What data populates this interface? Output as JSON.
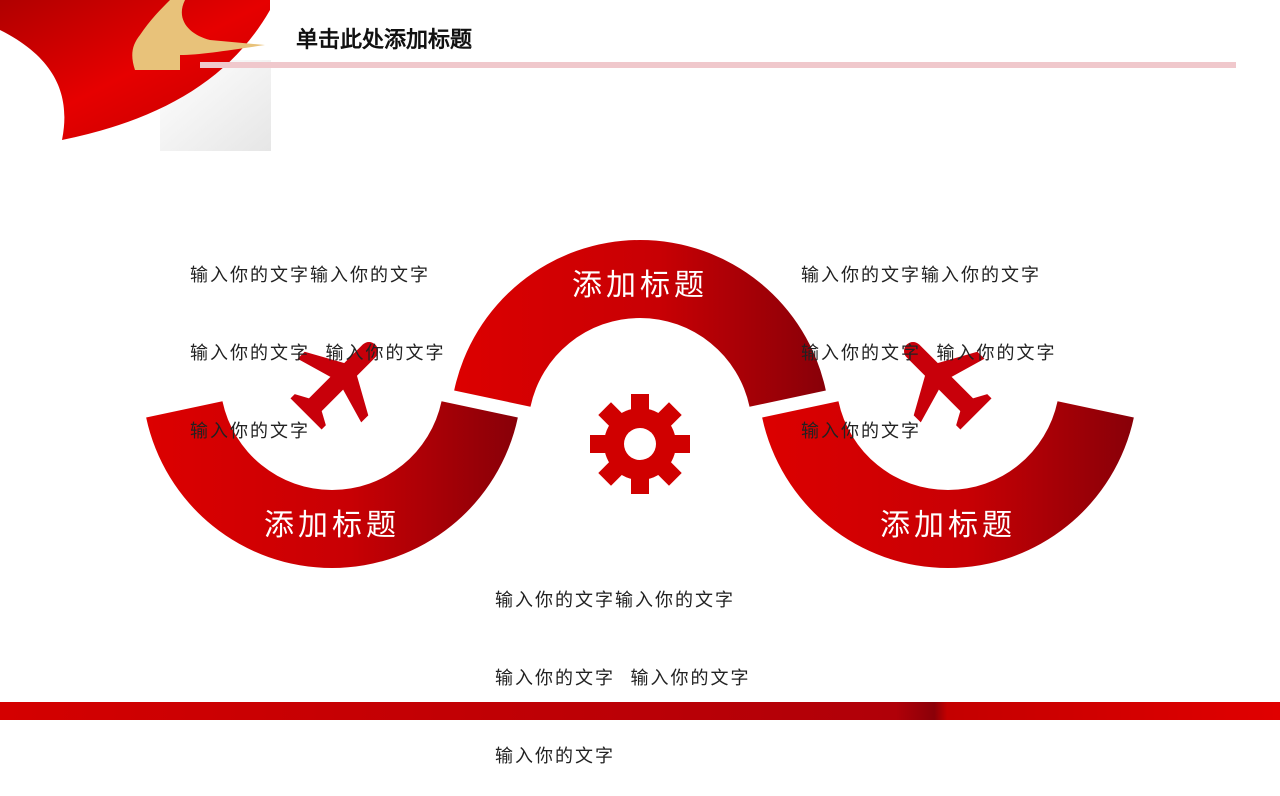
{
  "header": {
    "title": "单击此处添加标题"
  },
  "arcs": [
    {
      "label": "添加标题"
    },
    {
      "label": "添加标题"
    },
    {
      "label": "添加标题"
    }
  ],
  "text_blocks": [
    {
      "lines": [
        "输入你的文字输入你的文字",
        "输入你的文字  输入你的文字",
        "输入你的文字"
      ]
    },
    {
      "lines": [
        "输入你的文字输入你的文字",
        "输入你的文字  输入你的文字",
        "输入你的文字"
      ]
    },
    {
      "lines": [
        "输入你的文字输入你的文字",
        "输入你的文字  输入你的文字",
        "输入你的文字"
      ]
    }
  ],
  "icons": [
    "airplane-icon",
    "gear-icon",
    "airplane-icon"
  ],
  "colors": {
    "accent": "#d40000",
    "accent_dark": "#8a0008"
  }
}
